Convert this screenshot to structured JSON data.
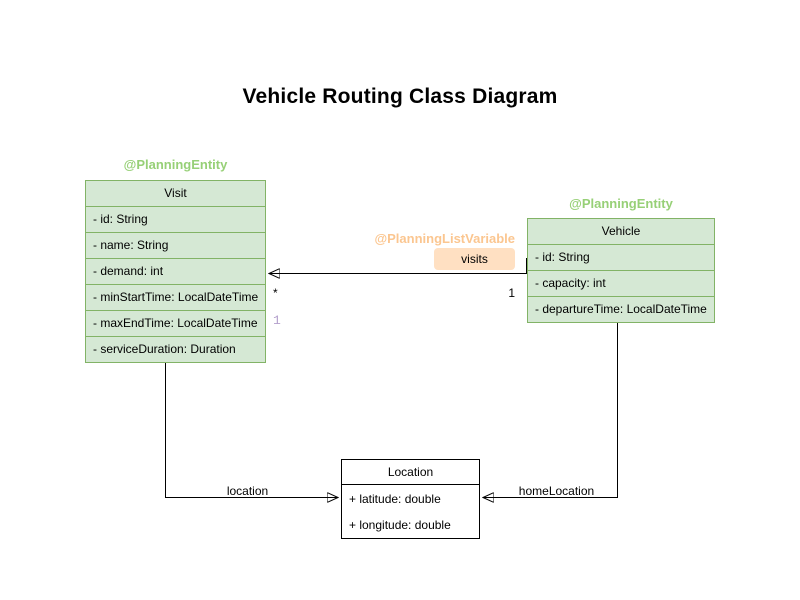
{
  "title": "Vehicle Routing Class Diagram",
  "classes": [
    {
      "name": "Visit",
      "annotation": "@PlanningEntity",
      "attributes": [
        "- id: String",
        "- name: String",
        "- demand: int",
        "- minStartTime: LocalDateTime",
        "- maxEndTime: LocalDateTime",
        "- serviceDuration: Duration"
      ]
    },
    {
      "name": "Vehicle",
      "annotation": "@PlanningEntity",
      "attributes": [
        "- id: String",
        "- capacity: int",
        "- departureTime: LocalDateTime"
      ]
    },
    {
      "name": "Location",
      "attributes": [
        "+ latitude: double",
        "+ longitude: double"
      ]
    }
  ],
  "relations": [
    {
      "annotation": "@PlanningListVariable",
      "label": "visits",
      "source_multiplicity": "1",
      "target_multiplicity": "*",
      "secondary_multiplicity": "1",
      "from": "Vehicle",
      "to": "Visit"
    },
    {
      "label": "location",
      "from": "Visit",
      "to": "Location"
    },
    {
      "label": "homeLocation",
      "from": "Vehicle",
      "to": "Location"
    }
  ],
  "colors": {
    "class_fill": "#d5e8d4",
    "class_border": "#82b366",
    "entity_annotation_text": "#97d077",
    "list_variable_annotation_text": "#fbc690",
    "visits_label_bg": "#ffe0c2",
    "plain_class_fill": "#ffffff",
    "plain_class_border": "#000000",
    "secondary_multiplicity_text": "#b3a0cc",
    "edge_stroke": "#000000"
  }
}
